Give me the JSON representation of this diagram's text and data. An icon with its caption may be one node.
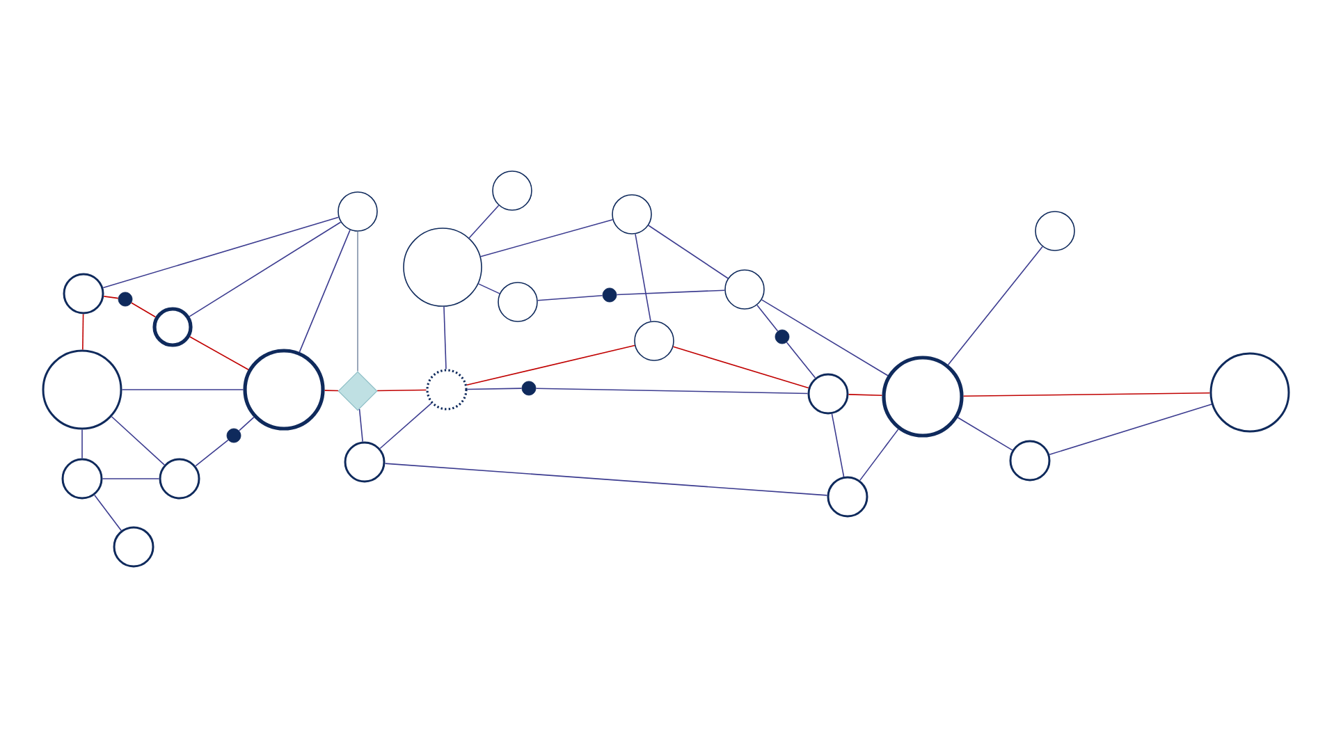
{
  "diagram": {
    "nodes": [
      {
        "text": [],
        "shape": "circle"
      },
      {
        "text": [],
        "shape": "circle"
      },
      {
        "text": [],
        "shape": "circle"
      },
      {
        "text": [],
        "shape": "circle"
      },
      {
        "text": [],
        "shape": "circle"
      },
      {
        "text": [],
        "shape": "diamond"
      },
      {
        "text": [],
        "shape": "circle"
      },
      {
        "text": [],
        "shape": "circle"
      },
      {
        "text": [],
        "shape": "circle"
      },
      {
        "text": [],
        "shape": "circle"
      },
      {
        "text": [],
        "shape": "circle"
      },
      {
        "text": [],
        "shape": "circle"
      },
      {
        "text": [],
        "shape": "circle"
      },
      {
        "text": [],
        "shape": "circle"
      },
      {
        "text": [],
        "shape": "circle"
      },
      {
        "text": [],
        "shape": "circle"
      },
      {
        "text": [],
        "shape": "circle"
      },
      {
        "text": [],
        "shape": "circle"
      },
      {
        "text": [],
        "shape": "circle"
      },
      {
        "text": [],
        "shape": "circle"
      },
      {
        "text": [],
        "shape": "circle"
      },
      {
        "text": [],
        "shape": "circle"
      },
      {
        "text": [],
        "shape": "circle"
      },
      {
        "text": [],
        "shape": "dot"
      },
      {
        "text": [],
        "shape": "dot"
      },
      {
        "text": [],
        "shape": "dot"
      },
      {
        "text": [],
        "shape": "dot"
      },
      {
        "text": [],
        "shape": "dot"
      }
    ],
    "edges": [
      {
        "from": 1,
        "to": 23,
        "arrow": "none",
        "color": "#c00000"
      },
      {
        "from": 23,
        "to": 2,
        "arrow": "none",
        "color": "#c00000"
      },
      {
        "from": 2,
        "to": 4,
        "arrow": "none",
        "color": "#c00000"
      },
      {
        "from": 1,
        "to": 3,
        "arrow": "none",
        "color": "#c00000"
      },
      {
        "from": 4,
        "to": 5,
        "arrow": "none",
        "color": "#c00000"
      },
      {
        "from": 5,
        "to": 13,
        "arrow": "none",
        "color": "#c00000"
      },
      {
        "from": 13,
        "to": 16,
        "arrow": "none",
        "color": "#c00000"
      },
      {
        "from": 16,
        "to": 17,
        "arrow": "none",
        "color": "#c00000"
      },
      {
        "from": 17,
        "to": 19,
        "arrow": "none",
        "color": "#c00000"
      },
      {
        "from": 19,
        "to": 22,
        "arrow": "none",
        "color": "#c00000"
      },
      {
        "from": 0,
        "to": 1,
        "arrow": "none"
      },
      {
        "from": 0,
        "to": 2,
        "arrow": "none"
      },
      {
        "from": 0,
        "to": 4,
        "arrow": "none"
      },
      {
        "from": 0,
        "to": 5,
        "arrow": "none",
        "color": "#8090a8"
      },
      {
        "from": 3,
        "to": 4,
        "arrow": "none"
      },
      {
        "from": 3,
        "to": 6,
        "arrow": "none"
      },
      {
        "from": 3,
        "to": 7,
        "arrow": "none"
      },
      {
        "from": 6,
        "to": 7,
        "arrow": "none"
      },
      {
        "from": 6,
        "to": 8,
        "arrow": "none"
      },
      {
        "from": 7,
        "to": 24,
        "arrow": "none"
      },
      {
        "from": 24,
        "to": 4,
        "arrow": "none"
      },
      {
        "from": 5,
        "to": 9,
        "arrow": "none"
      },
      {
        "from": 9,
        "to": 13,
        "arrow": "none"
      },
      {
        "from": 9,
        "to": 18,
        "arrow": "none"
      },
      {
        "from": 11,
        "to": 10,
        "arrow": "none"
      },
      {
        "from": 11,
        "to": 14,
        "arrow": "none"
      },
      {
        "from": 11,
        "to": 12,
        "arrow": "none"
      },
      {
        "from": 11,
        "to": 13,
        "arrow": "none"
      },
      {
        "from": 12,
        "to": 25,
        "arrow": "none"
      },
      {
        "from": 25,
        "to": 15,
        "arrow": "none"
      },
      {
        "from": 14,
        "to": 15,
        "arrow": "none"
      },
      {
        "from": 14,
        "to": 16,
        "arrow": "none"
      },
      {
        "from": 15,
        "to": 19,
        "arrow": "none"
      },
      {
        "from": 15,
        "to": 27,
        "arrow": "none"
      },
      {
        "from": 27,
        "to": 17,
        "arrow": "none"
      },
      {
        "from": 13,
        "to": 26,
        "arrow": "none"
      },
      {
        "from": 26,
        "to": 17,
        "arrow": "none"
      },
      {
        "from": 17,
        "to": 18,
        "arrow": "none"
      },
      {
        "from": 18,
        "to": 19,
        "arrow": "none"
      },
      {
        "from": 19,
        "to": 20,
        "arrow": "none"
      },
      {
        "from": 19,
        "to": 21,
        "arrow": "none"
      },
      {
        "from": 21,
        "to": 22,
        "arrow": "none"
      }
    ]
  }
}
